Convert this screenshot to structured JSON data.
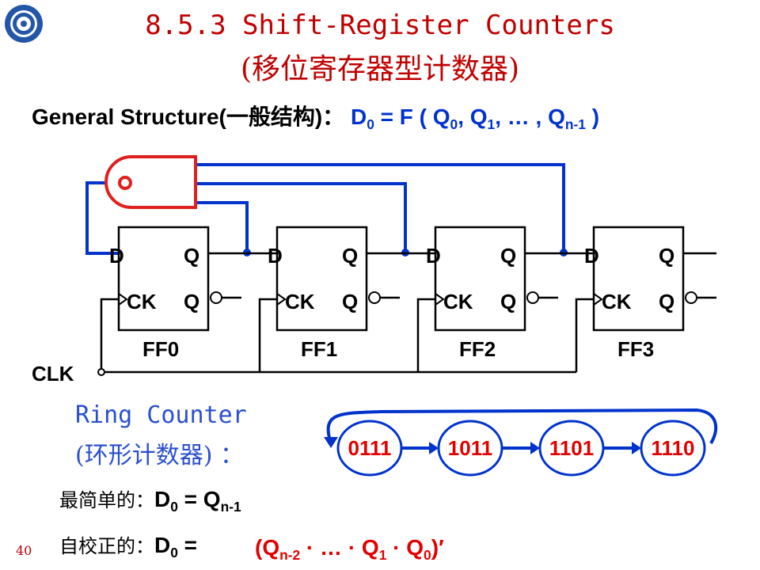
{
  "title_en": "8.5.3 Shift-Register Counters",
  "title_cn": "(移位寄存器型计数器)",
  "general_structure": {
    "label": "General Structure(一般结构)：",
    "eq_lhs": "D",
    "eq_lhs_sub": "0",
    "eq_mid": " = F ( ",
    "q0": "Q",
    "q0_sub": "0",
    "q1": ", Q",
    "q1_sub": "1",
    "qn": ", … , Q",
    "qn_sub": "n-1",
    "eq_close": " )"
  },
  "flipflops": [
    {
      "name": "FF0",
      "d": "D",
      "q": "Q",
      "ck": "CK",
      "qn": "Q"
    },
    {
      "name": "FF1",
      "d": "D",
      "q": "Q",
      "ck": "CK",
      "qn": "Q"
    },
    {
      "name": "FF2",
      "d": "D",
      "q": "Q",
      "ck": "CK",
      "qn": "Q"
    },
    {
      "name": "FF3",
      "d": "D",
      "q": "Q",
      "ck": "CK",
      "qn": "Q"
    }
  ],
  "clk_label": "CLK",
  "ring_counter": {
    "label_en": "Ring Counter",
    "label_cn": "(环形计数器) ：",
    "states": [
      "0111",
      "1011",
      "1101",
      "1110"
    ]
  },
  "simplest": {
    "label": "最简单的：",
    "lhs": "D",
    "lhs_sub": "0",
    "rhs_eq": " = Q",
    "rhs_sub": "n-1"
  },
  "self_correcting": {
    "label": "自校正的：",
    "lhs": "D",
    "lhs_sub": "0",
    "eq": " =",
    "expr_open": "(Q",
    "expr_sub1": "n-2",
    "expr_mid": " · … · Q",
    "expr_sub2": "1",
    "expr_mid2": " · Q",
    "expr_sub3": "0",
    "expr_close": ")′"
  },
  "page_number": "40",
  "colors": {
    "title": "#c00000",
    "wire_blue": "#0033cc",
    "gate_red": "#e02020",
    "state_red": "#e00000"
  },
  "logo_icon": "university-seal-icon"
}
